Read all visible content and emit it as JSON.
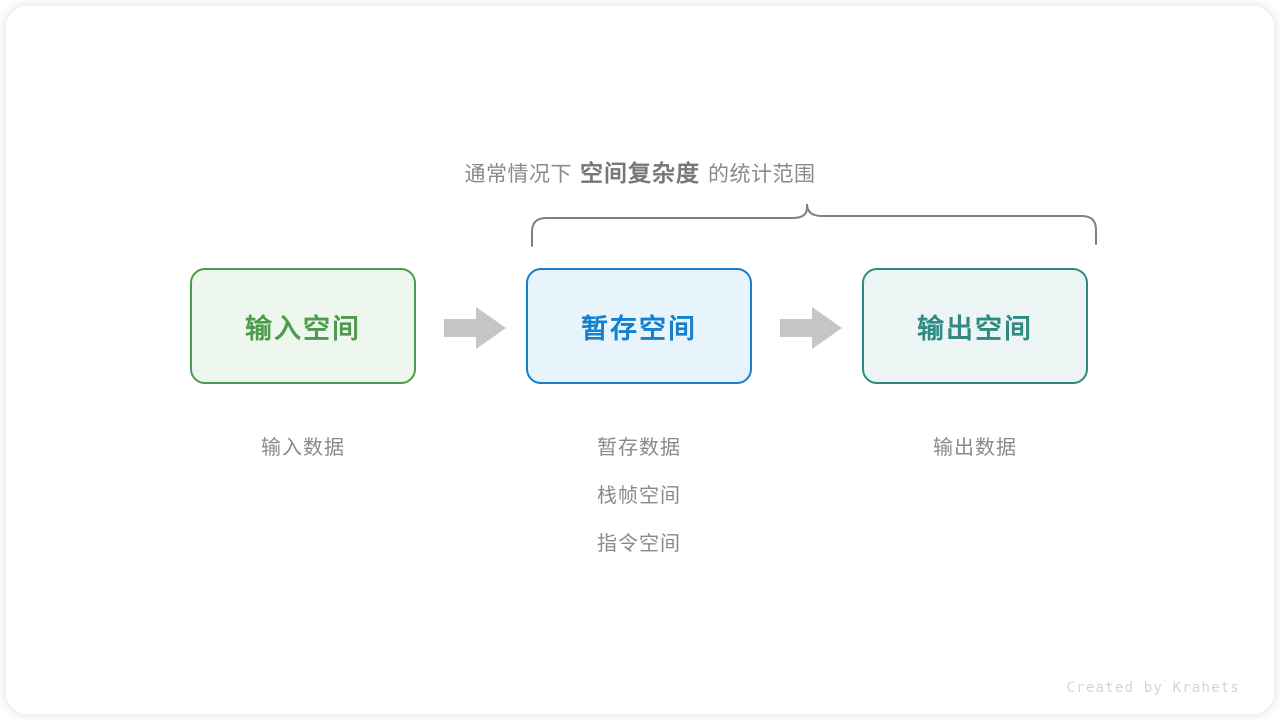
{
  "figure": {
    "caption": {
      "prefix": "通常情况下",
      "highlight": "空间复杂度",
      "suffix": "的统计范围"
    },
    "boxes": [
      {
        "title": "输入空间",
        "color": "#4e9a4e",
        "fill": "#eef7ed"
      },
      {
        "title": "暂存空间",
        "color": "#1580cb",
        "fill": "#e8f4fc"
      },
      {
        "title": "输出空间",
        "color": "#2f8a84",
        "fill": "#ecf5f3"
      }
    ],
    "arrows": [
      {
        "name": "arrow-input-to-temp",
        "color": "#c6c6c6"
      },
      {
        "name": "arrow-temp-to-output",
        "color": "#c6c6c6"
      }
    ],
    "labels": [
      {
        "for": "输入空间",
        "lines": [
          "输入数据"
        ]
      },
      {
        "for": "暂存空间",
        "lines": [
          "暂存数据",
          "栈帧空间",
          "指令空间"
        ]
      },
      {
        "for": "输出空间",
        "lines": [
          "输出数据"
        ]
      }
    ],
    "brace": {
      "name": "scope-brace",
      "color": "#808080",
      "spans": [
        "暂存空间",
        "输出空间"
      ]
    },
    "watermark": "Created by Krahets",
    "colors": {
      "text_gray": "#8a8a8a",
      "brace_gray": "#808080",
      "arrow_gray": "#c6c6c6",
      "watermark_gray": "#d4d4d4",
      "background": "#ffffff"
    }
  }
}
